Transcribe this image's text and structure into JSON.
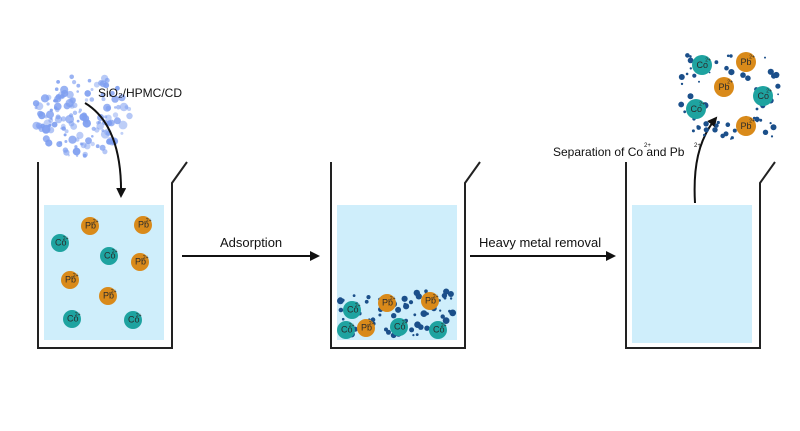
{
  "labels": {
    "material": "SiO₂/HPMC/CD",
    "step1": "Adsorption",
    "step2": "Heavy metal removal",
    "separation": "Separation of Co and Pb",
    "separation_co_charge": "2+",
    "separation_pb_charge": "2+"
  },
  "ions": {
    "co": {
      "symbol": "Co",
      "charge": "2+",
      "color": "#1ea3a0"
    },
    "pb": {
      "symbol": "Pb",
      "charge": "2+",
      "color": "#d98a1a"
    }
  },
  "colors": {
    "water": "#cfeefb",
    "water_surface": "#bfe7f8",
    "beaker_outline": "#222222",
    "powder": "#7e9ef0",
    "adsorbent_dot": "#1b4f8a",
    "arrow": "#111111"
  },
  "beaker1": {
    "ions": [
      "pb",
      "pb",
      "co",
      "co",
      "pb",
      "pb",
      "pb",
      "co",
      "co"
    ]
  },
  "beaker2": {
    "ions": [
      "co",
      "pb",
      "pb",
      "co",
      "pb",
      "co",
      "co"
    ]
  },
  "released": {
    "ions": [
      "co",
      "pb",
      "pb",
      "co",
      "co",
      "pb"
    ]
  }
}
